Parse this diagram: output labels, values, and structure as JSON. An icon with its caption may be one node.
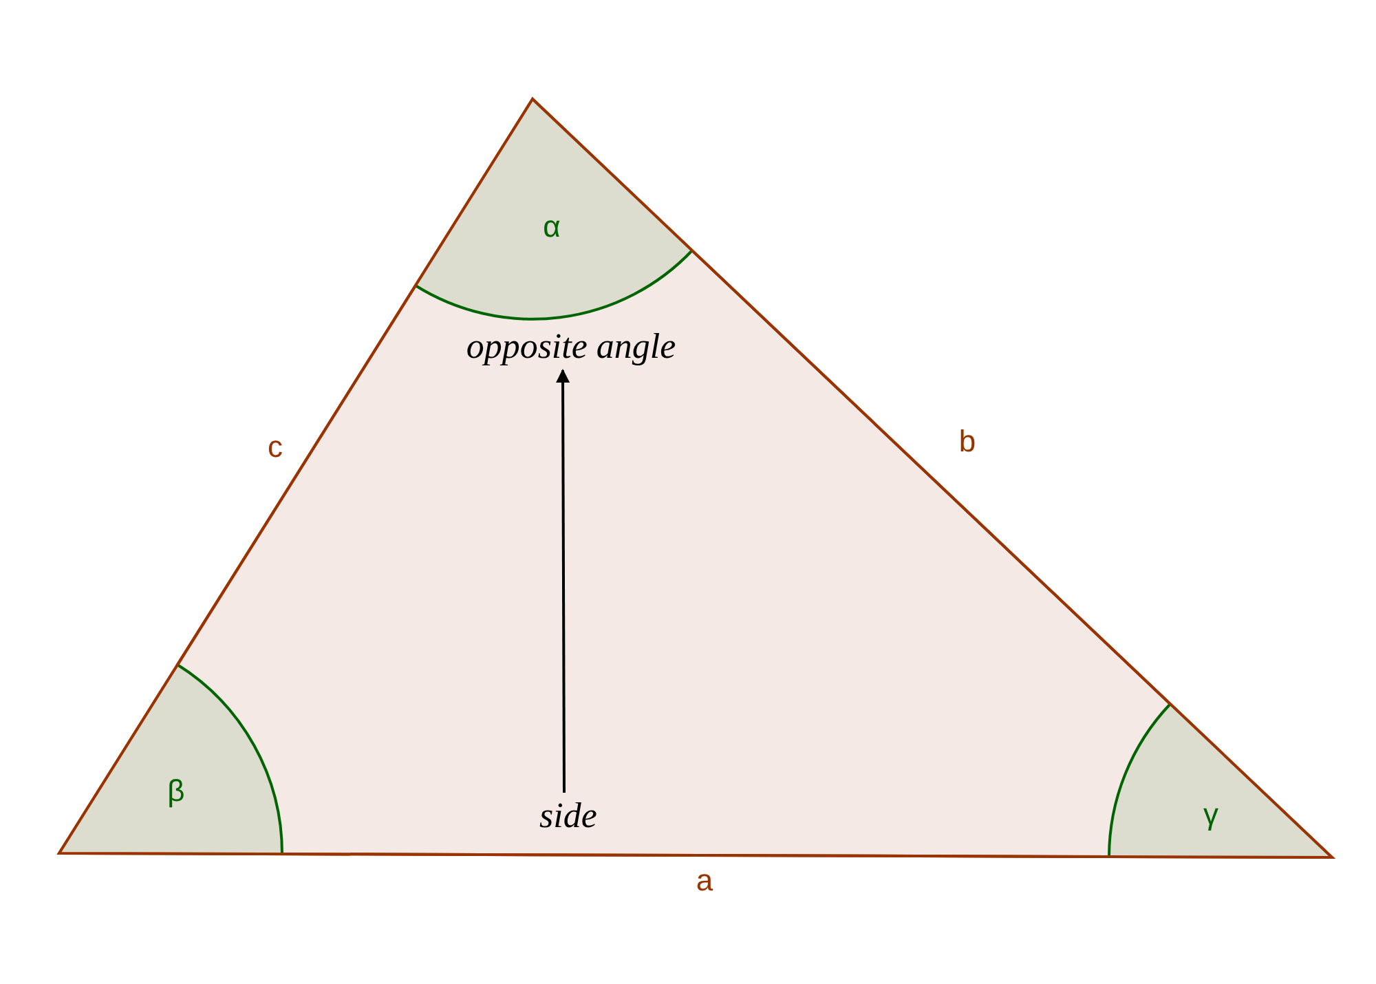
{
  "diagram": {
    "nodes": [
      {
        "text": [
          "opposite angle"
        ]
      },
      {
        "text": [
          "side"
        ]
      }
    ],
    "edges": [
      {
        "from": 1,
        "to": 0,
        "arrow": "to"
      }
    ],
    "labels": [
      "α",
      "c",
      "b",
      "β",
      "γ",
      "a"
    ]
  }
}
